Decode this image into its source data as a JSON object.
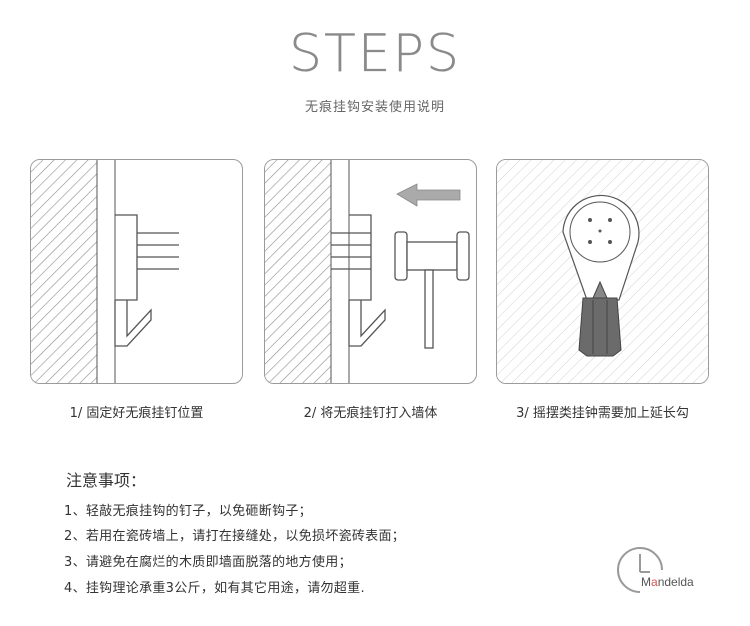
{
  "header": {
    "title": "STEPS",
    "subtitle": "无痕挂钩安装使用说明"
  },
  "steps": [
    {
      "caption": "1/ 固定好无痕挂钉位置"
    },
    {
      "caption": "2/ 将无痕挂钉打入墙体"
    },
    {
      "caption": "3/ 摇摆类挂钟需要加上延长勾"
    }
  ],
  "notes": {
    "title": "注意事项：",
    "items": [
      "1、轻敲无痕挂钩的钉子，以免砸断钩子；",
      "2、若用在瓷砖墙上，请打在接缝处，以免损坏瓷砖表面；",
      "3、请避免在腐烂的木质即墙面脱落的地方使用；",
      "4、挂钩理论承重3公斤，如有其它用途，请勿超重."
    ]
  },
  "brand": {
    "name_prefix": "M",
    "name_accent": "a",
    "name_suffix": "ndelda"
  },
  "colors": {
    "line": "#555555",
    "hatch": "#9a9a9a",
    "hatch_light": "#dddddd",
    "accent_dot": "#d9534f",
    "clock_gray": "#9a9a9a"
  }
}
